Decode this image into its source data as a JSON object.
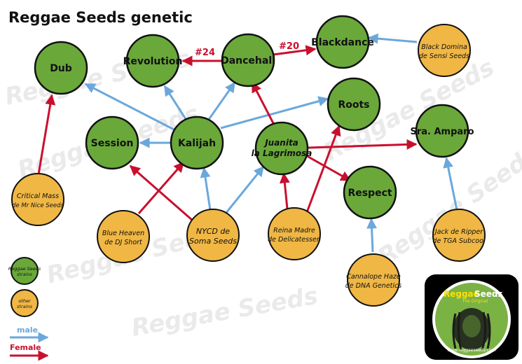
{
  "title": "Reggae Seeds genetic",
  "colors": {
    "strain_green": "#6aa83a",
    "other_orange": "#f0b744",
    "male": "#6aa8dc",
    "female": "#c8102e"
  },
  "nodes": {
    "dub": {
      "label": [
        "Dub"
      ]
    },
    "revolution": {
      "label": [
        "Revolution"
      ]
    },
    "dancehall": {
      "label": [
        "Dancehall"
      ]
    },
    "blackdance": {
      "label": [
        "Blackdance"
      ]
    },
    "session": {
      "label": [
        "Session"
      ]
    },
    "kalijah": {
      "label": [
        "Kalijah"
      ]
    },
    "juanita": {
      "label": [
        "Juanita",
        "la Lagrimosa"
      ]
    },
    "roots": {
      "label": [
        "Roots"
      ]
    },
    "sra_amparo": {
      "label": [
        "Sra. Amparo"
      ]
    },
    "respect": {
      "label": [
        "Respect"
      ]
    },
    "black_domina": {
      "label": [
        "Black Domina",
        "de Sensi Seeds"
      ]
    },
    "critical_mass": {
      "label": [
        "Critical Mass",
        "de Mr Nice Seeds"
      ]
    },
    "blue_heaven": {
      "label": [
        "Blue Heaven",
        "de DJ Short"
      ]
    },
    "nycd": {
      "label": [
        "NYCD de",
        "Soma Seeds"
      ]
    },
    "reina_madre": {
      "label": [
        "Reina Madre",
        "de Delicatessen"
      ]
    },
    "cannalope_haze": {
      "label": [
        "Cannalope Haze",
        "de DNA Genetics"
      ]
    },
    "jack_de_ripper": {
      "label": [
        "Jack de Ripper",
        "de TGA Subcool"
      ]
    }
  },
  "edge_labels": {
    "dancehall_revolution": "#24",
    "dancehall_blackdance": "#20"
  },
  "legend": {
    "reggae_strains": [
      "Reggae Seeds",
      "strains"
    ],
    "other_strains": [
      "other",
      "strains"
    ],
    "male": "male",
    "female": "Female"
  },
  "watermark": "Reggae Seeds",
  "logo": {
    "name_part1": "Reggae",
    "name_part2": "Seeds",
    "tagline": "The Original",
    "url": "www.reggaeseeds.com"
  }
}
